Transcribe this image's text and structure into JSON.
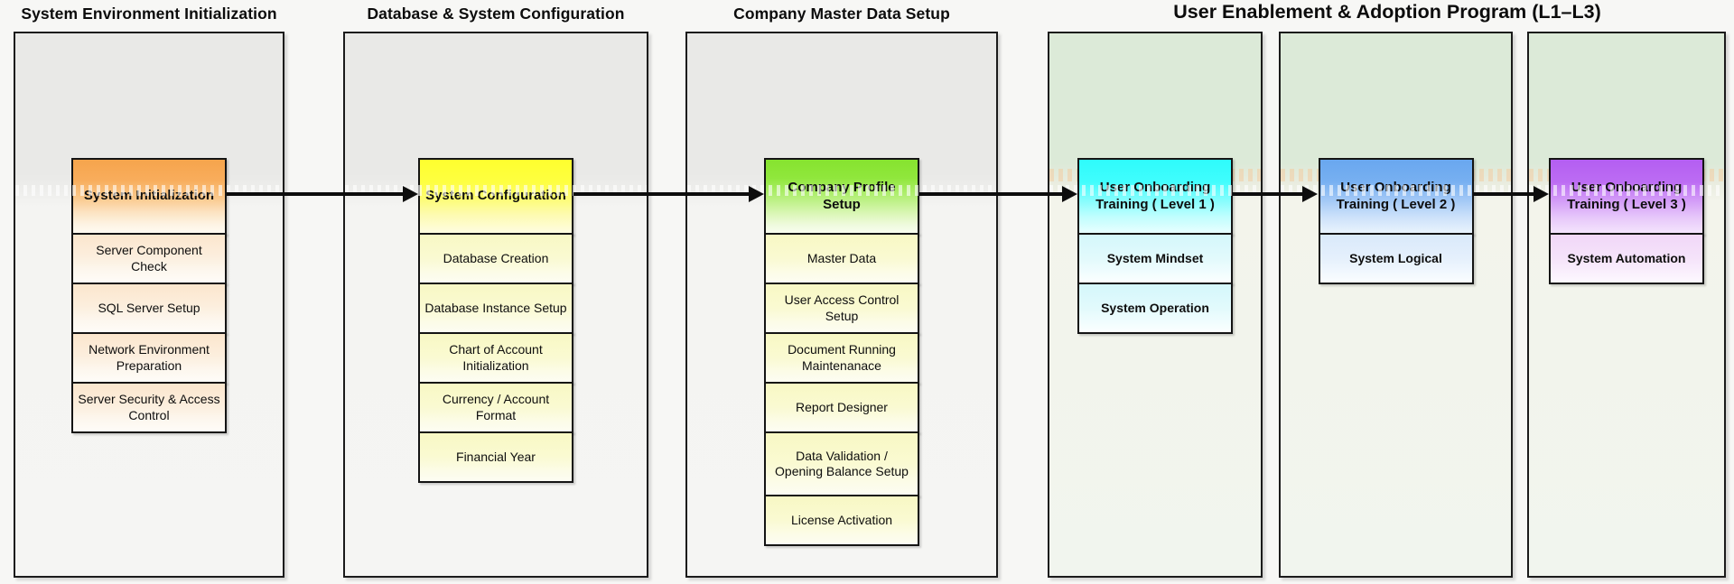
{
  "group_title": "User Enablement & Adoption Program (L1–L3)",
  "sections": [
    {
      "title": "System Environment Initialization",
      "header": "System Initialization",
      "theme": "orange",
      "items": [
        "Server Component Check",
        "SQL Server Setup",
        "Network Environment Preparation",
        "Server Security & Access Control"
      ]
    },
    {
      "title": "Database & System Configuration",
      "header": "System Configuration",
      "theme": "yellow",
      "items": [
        "Database Creation",
        "Database Instance Setup",
        "Chart of Account Initialization",
        "Currency / Account Format",
        "Financial Year"
      ]
    },
    {
      "title": "Company Master Data Setup",
      "header": "Company Profile Setup",
      "theme": "green",
      "items": [
        "Master Data",
        "User Access Control Setup",
        "Document Running Maintenanace",
        "Report Designer",
        "Data Validation / Opening Balance Setup",
        "License Activation"
      ]
    },
    {
      "title": "",
      "header": "User Onboarding Training ( Level 1 )",
      "theme": "cyan",
      "items": [
        "System Mindset",
        "System Operation"
      ]
    },
    {
      "title": "",
      "header": "User Onboarding Training ( Level 2 )",
      "theme": "blue",
      "items": [
        "System Logical"
      ]
    },
    {
      "title": "",
      "header": "User Onboarding Training ( Level 3 )",
      "theme": "purple",
      "items": [
        "System Automation"
      ]
    }
  ],
  "colors": {
    "orange_header": "#F8A14F",
    "yellow_header": "#FEFF33",
    "green_header": "#8AE533",
    "cyan_header": "#33FDFD",
    "blue_header": "#6FAAEF",
    "purple_header": "#B863F2",
    "panel_gray": "#E9E9E7",
    "panel_green": "#DCEAD8",
    "arrow": "#0D0D0D",
    "border": "#141414"
  }
}
